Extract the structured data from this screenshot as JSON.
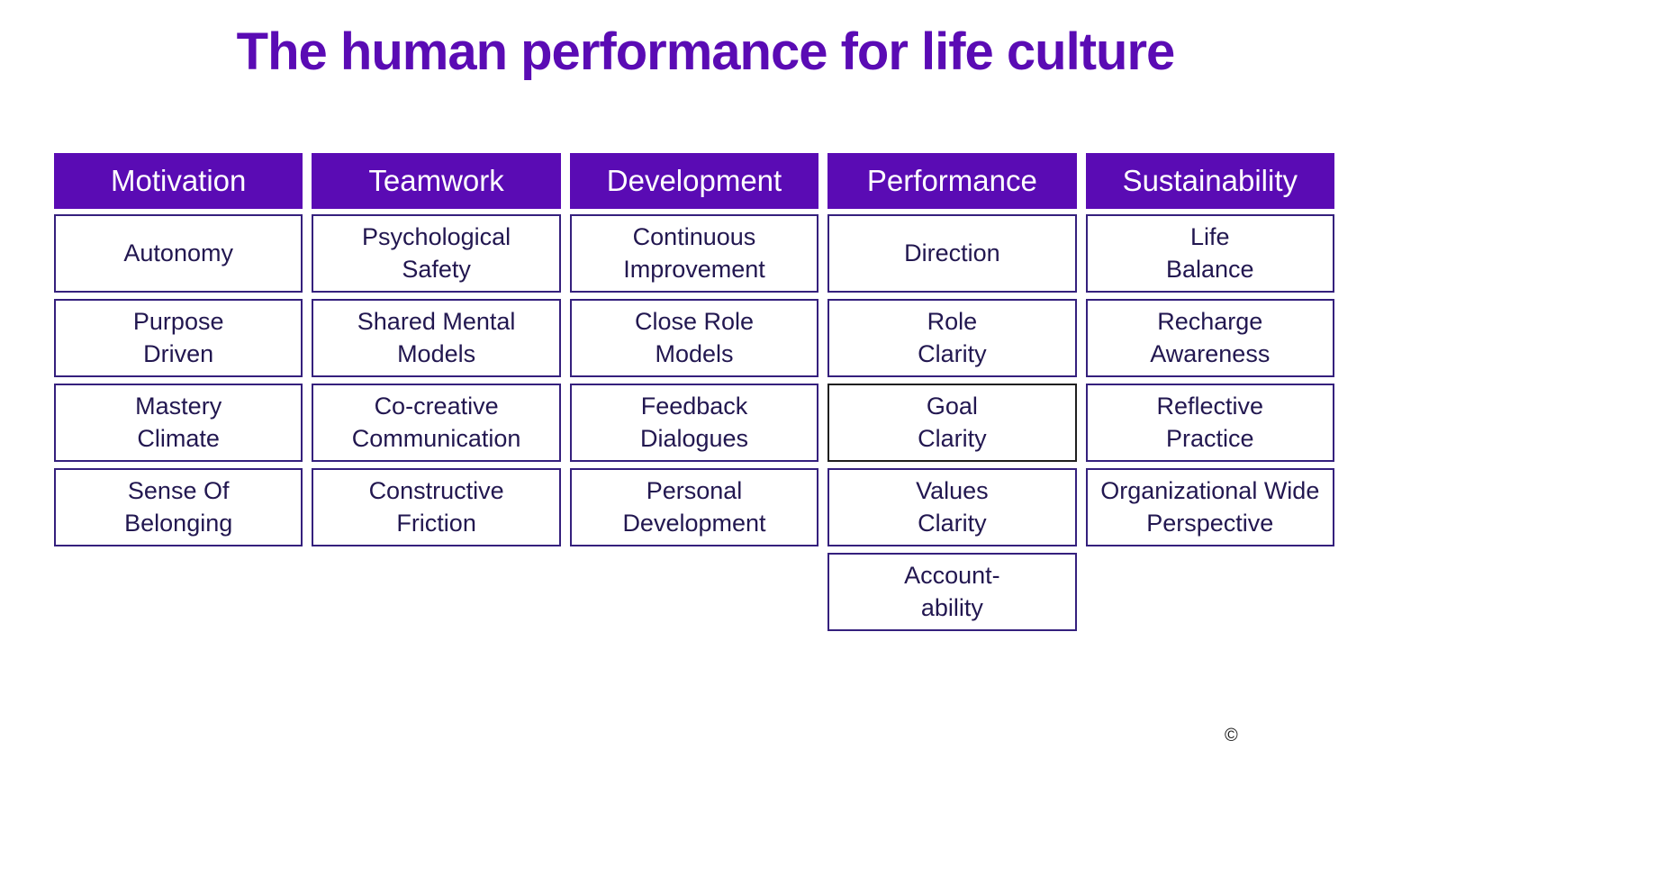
{
  "title": "The human performance for life culture",
  "copyright": "©",
  "colors": {
    "accent_purple": "#5a0bb4",
    "header_text": "#ffffff",
    "box_text": "#221750",
    "box_border": "#35207d",
    "emphasis_border": "#1f1f1f"
  },
  "columns": [
    {
      "header": "Motivation",
      "items": [
        "Autonomy",
        "Purpose\nDriven",
        "Mastery\nClimate",
        "Sense Of\nBelonging"
      ]
    },
    {
      "header": "Teamwork",
      "items": [
        "Psychological\nSafety",
        "Shared Mental\nModels",
        "Co-creative\nCommunication",
        "Constructive\nFriction"
      ]
    },
    {
      "header": "Development",
      "items": [
        "Continuous\nImprovement",
        "Close Role\nModels",
        "Feedback\nDialogues",
        "Personal\nDevelopment"
      ]
    },
    {
      "header": "Performance",
      "items": [
        "Direction",
        "Role\nClarity",
        "Goal\nClarity",
        "Values\nClarity",
        "Account-\nability"
      ]
    },
    {
      "header": "Sustainability",
      "items": [
        "Life\nBalance",
        "Recharge\nAwareness",
        "Reflective\nPractice",
        "Organizational Wide\nPerspective"
      ]
    }
  ]
}
